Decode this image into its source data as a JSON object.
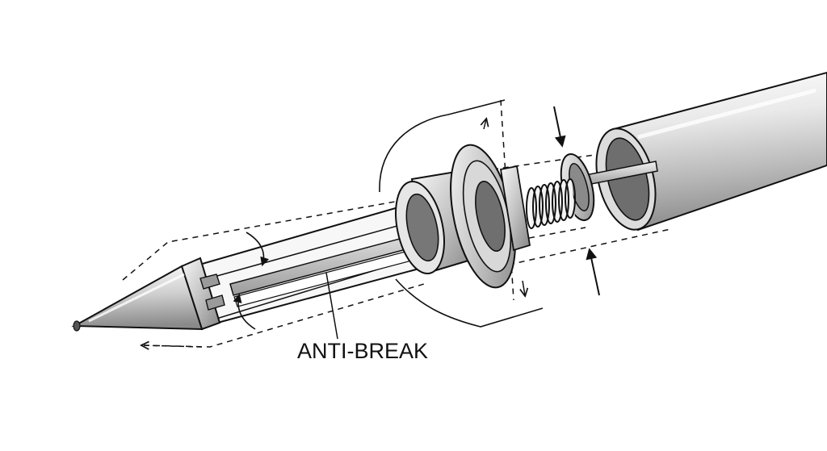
{
  "diagram": {
    "callout_label": "ANTI-BREAK",
    "colors": {
      "outline": "#111111",
      "metal_light": "#f4f4f4",
      "metal_mid": "#c9c9c9",
      "metal_dark": "#7d7d7d",
      "background": "#ffffff"
    },
    "parts": [
      "conical-tip",
      "tip-sleeve",
      "lead-rod",
      "front-collar",
      "flange-washer",
      "compression-spring",
      "retaining-ring",
      "inner-rod",
      "barrel-tube"
    ]
  }
}
